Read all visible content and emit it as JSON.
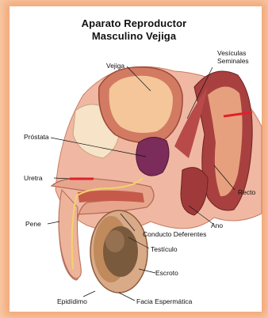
{
  "title": {
    "line1": "Aparato Reproductor",
    "line2": "Masculino Vejiga"
  },
  "labels": {
    "vejiga": "Vejiga",
    "vesiculas": "Vesículas",
    "seminales": "Seminales",
    "prostata": "Próstata",
    "uretra": "Uretra",
    "recto": "Recto",
    "pene": "Pene",
    "ano": "Ano",
    "conducto": "Conducto Deferentes",
    "testiculo": "Testículo",
    "escroto": "Escroto",
    "epididimo": "Epidídimo",
    "facia": "Facia Espermática"
  },
  "colors": {
    "frame": "#f7c9a6",
    "glow": "#f3a878",
    "tissue": "#e8a58e",
    "muscle": "#a83a3a",
    "bladder": "#f2c49a",
    "prostate": "#7b2c5a",
    "urethra_marker": "#e0202a"
  }
}
